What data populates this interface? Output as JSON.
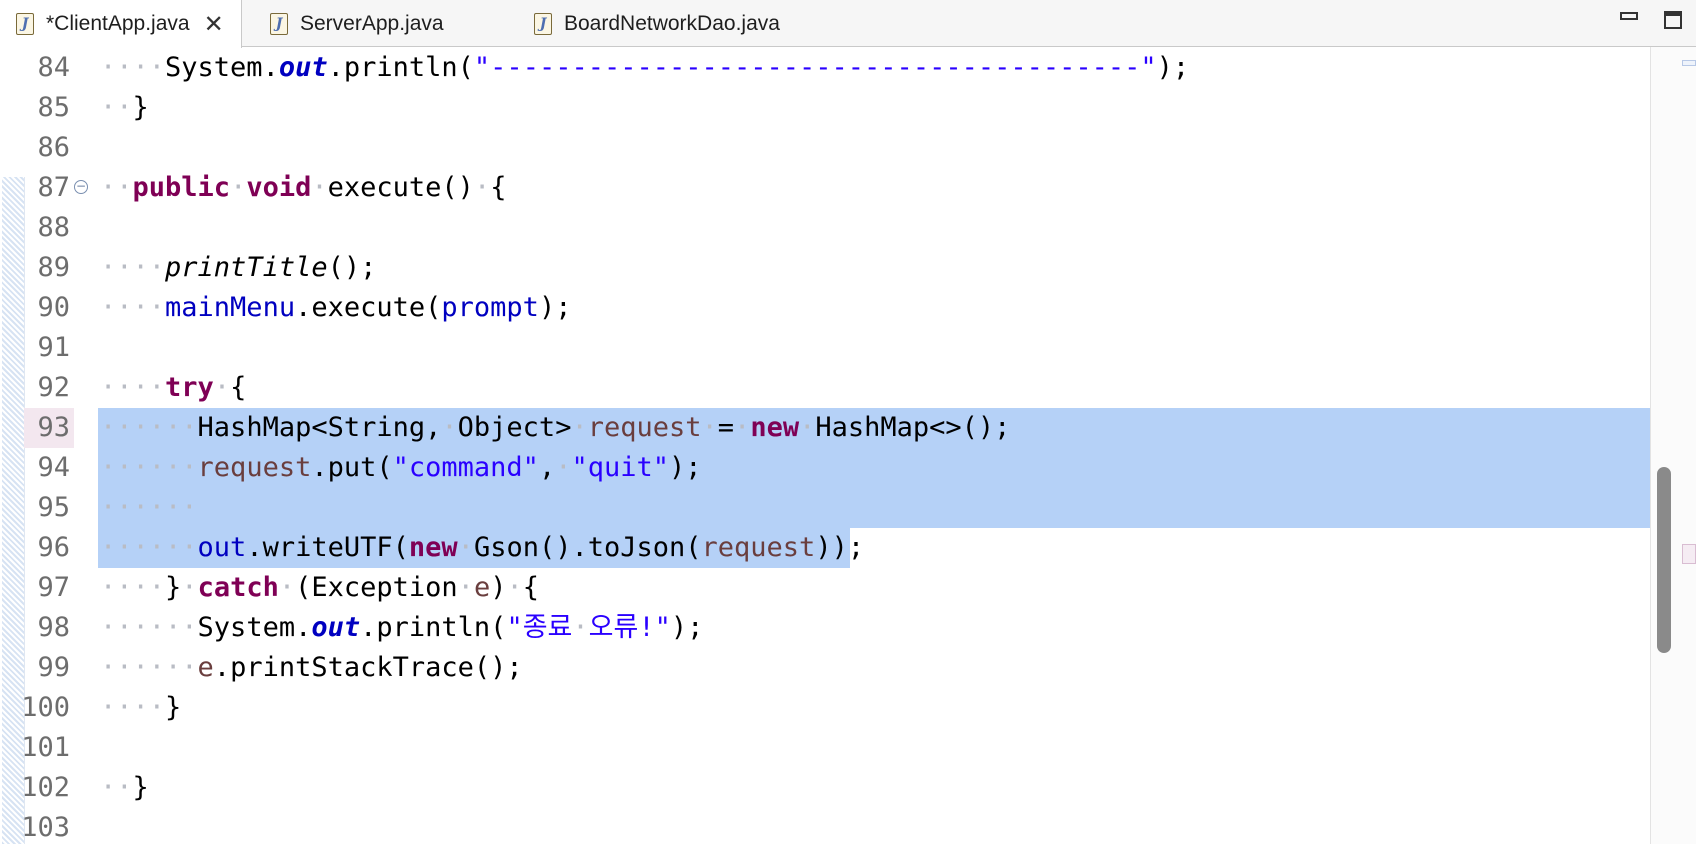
{
  "tabs": [
    {
      "label": "*ClientApp.java",
      "active": true,
      "icon": "java-file-icon"
    },
    {
      "label": "ServerApp.java",
      "active": false,
      "icon": "java-file-icon"
    },
    {
      "label": "BoardNetworkDao.java",
      "active": false,
      "icon": "java-file-icon"
    }
  ],
  "colors": {
    "keyword": "#7f0055",
    "field": "#0000c0",
    "string": "#2a00ff",
    "local_variable": "#6a3e3e",
    "selection": "#b5d1f7",
    "line_number": "#6d6d6d"
  },
  "editor": {
    "lines": [
      {
        "n": "84",
        "html": "<span class=\"ws\">····</span>System.<span class=\"sfld\">out</span>.println(<span class=\"str\">\"----------------------------------------\"</span>);"
      },
      {
        "n": "85",
        "html": "<span class=\"ws\">··</span>}"
      },
      {
        "n": "86",
        "html": ""
      },
      {
        "n": "87",
        "html": "<span class=\"ws\">··</span><span class=\"kw\">public</span><span class=\"ws\">·</span><span class=\"kw\">void</span><span class=\"ws\">·</span>execute()<span class=\"ws\">·</span>{",
        "fold": true
      },
      {
        "n": "88",
        "html": ""
      },
      {
        "n": "89",
        "html": "<span class=\"ws\">····</span><span class=\"sm\">printTitle</span>();"
      },
      {
        "n": "90",
        "html": "<span class=\"ws\">····</span><span class=\"fld\">mainMenu</span>.execute(<span class=\"fld\">prompt</span>);"
      },
      {
        "n": "91",
        "html": ""
      },
      {
        "n": "92",
        "html": "<span class=\"ws\">····</span><span class=\"kw\">try</span><span class=\"ws\">·</span>{"
      },
      {
        "n": "93",
        "html": "<span class=\"ws\">······</span>HashMap&lt;String,<span class=\"ws\">·</span>Object&gt;<span class=\"ws\">·</span><span class=\"var\">request</span><span class=\"ws\">·</span>=<span class=\"ws\">·</span><span class=\"kw\">new</span><span class=\"ws\">·</span>HashMap&lt;&gt;();",
        "sel": "full",
        "current": true
      },
      {
        "n": "94",
        "html": "<span class=\"ws\">······</span><span class=\"var\">request</span>.put(<span class=\"str\">\"command\"</span>,<span class=\"ws\">·</span><span class=\"str\">\"quit\"</span>);",
        "sel": "full"
      },
      {
        "n": "95",
        "html": "<span class=\"ws\">······</span>",
        "sel": "full"
      },
      {
        "n": "96",
        "html": "<span class=\"ws\">······</span><span class=\"fld\">out</span>.writeUTF(<span class=\"kw\">new</span><span class=\"ws\">·</span>Gson().toJson(<span class=\"var\">request</span>));",
        "sel": "partial"
      },
      {
        "n": "97",
        "html": "<span class=\"ws\">····</span>}<span class=\"ws\">·</span><span class=\"kw\">catch</span><span class=\"ws\">·</span>(Exception<span class=\"ws\">·</span><span class=\"var\">e</span>)<span class=\"ws\">·</span>{"
      },
      {
        "n": "98",
        "html": "<span class=\"ws\">······</span>System.<span class=\"sfld\">out</span>.println(<span class=\"str\">\"종료<span class=\"ws\">·</span>오류!\"</span>);"
      },
      {
        "n": "99",
        "html": "<span class=\"ws\">······</span><span class=\"var\">e</span>.printStackTrace();"
      },
      {
        "n": "100",
        "html": "<span class=\"ws\">····</span>}"
      },
      {
        "n": "101",
        "html": ""
      },
      {
        "n": "102",
        "html": "<span class=\"ws\">··</span>}"
      },
      {
        "n": "103",
        "html": ""
      }
    ]
  }
}
